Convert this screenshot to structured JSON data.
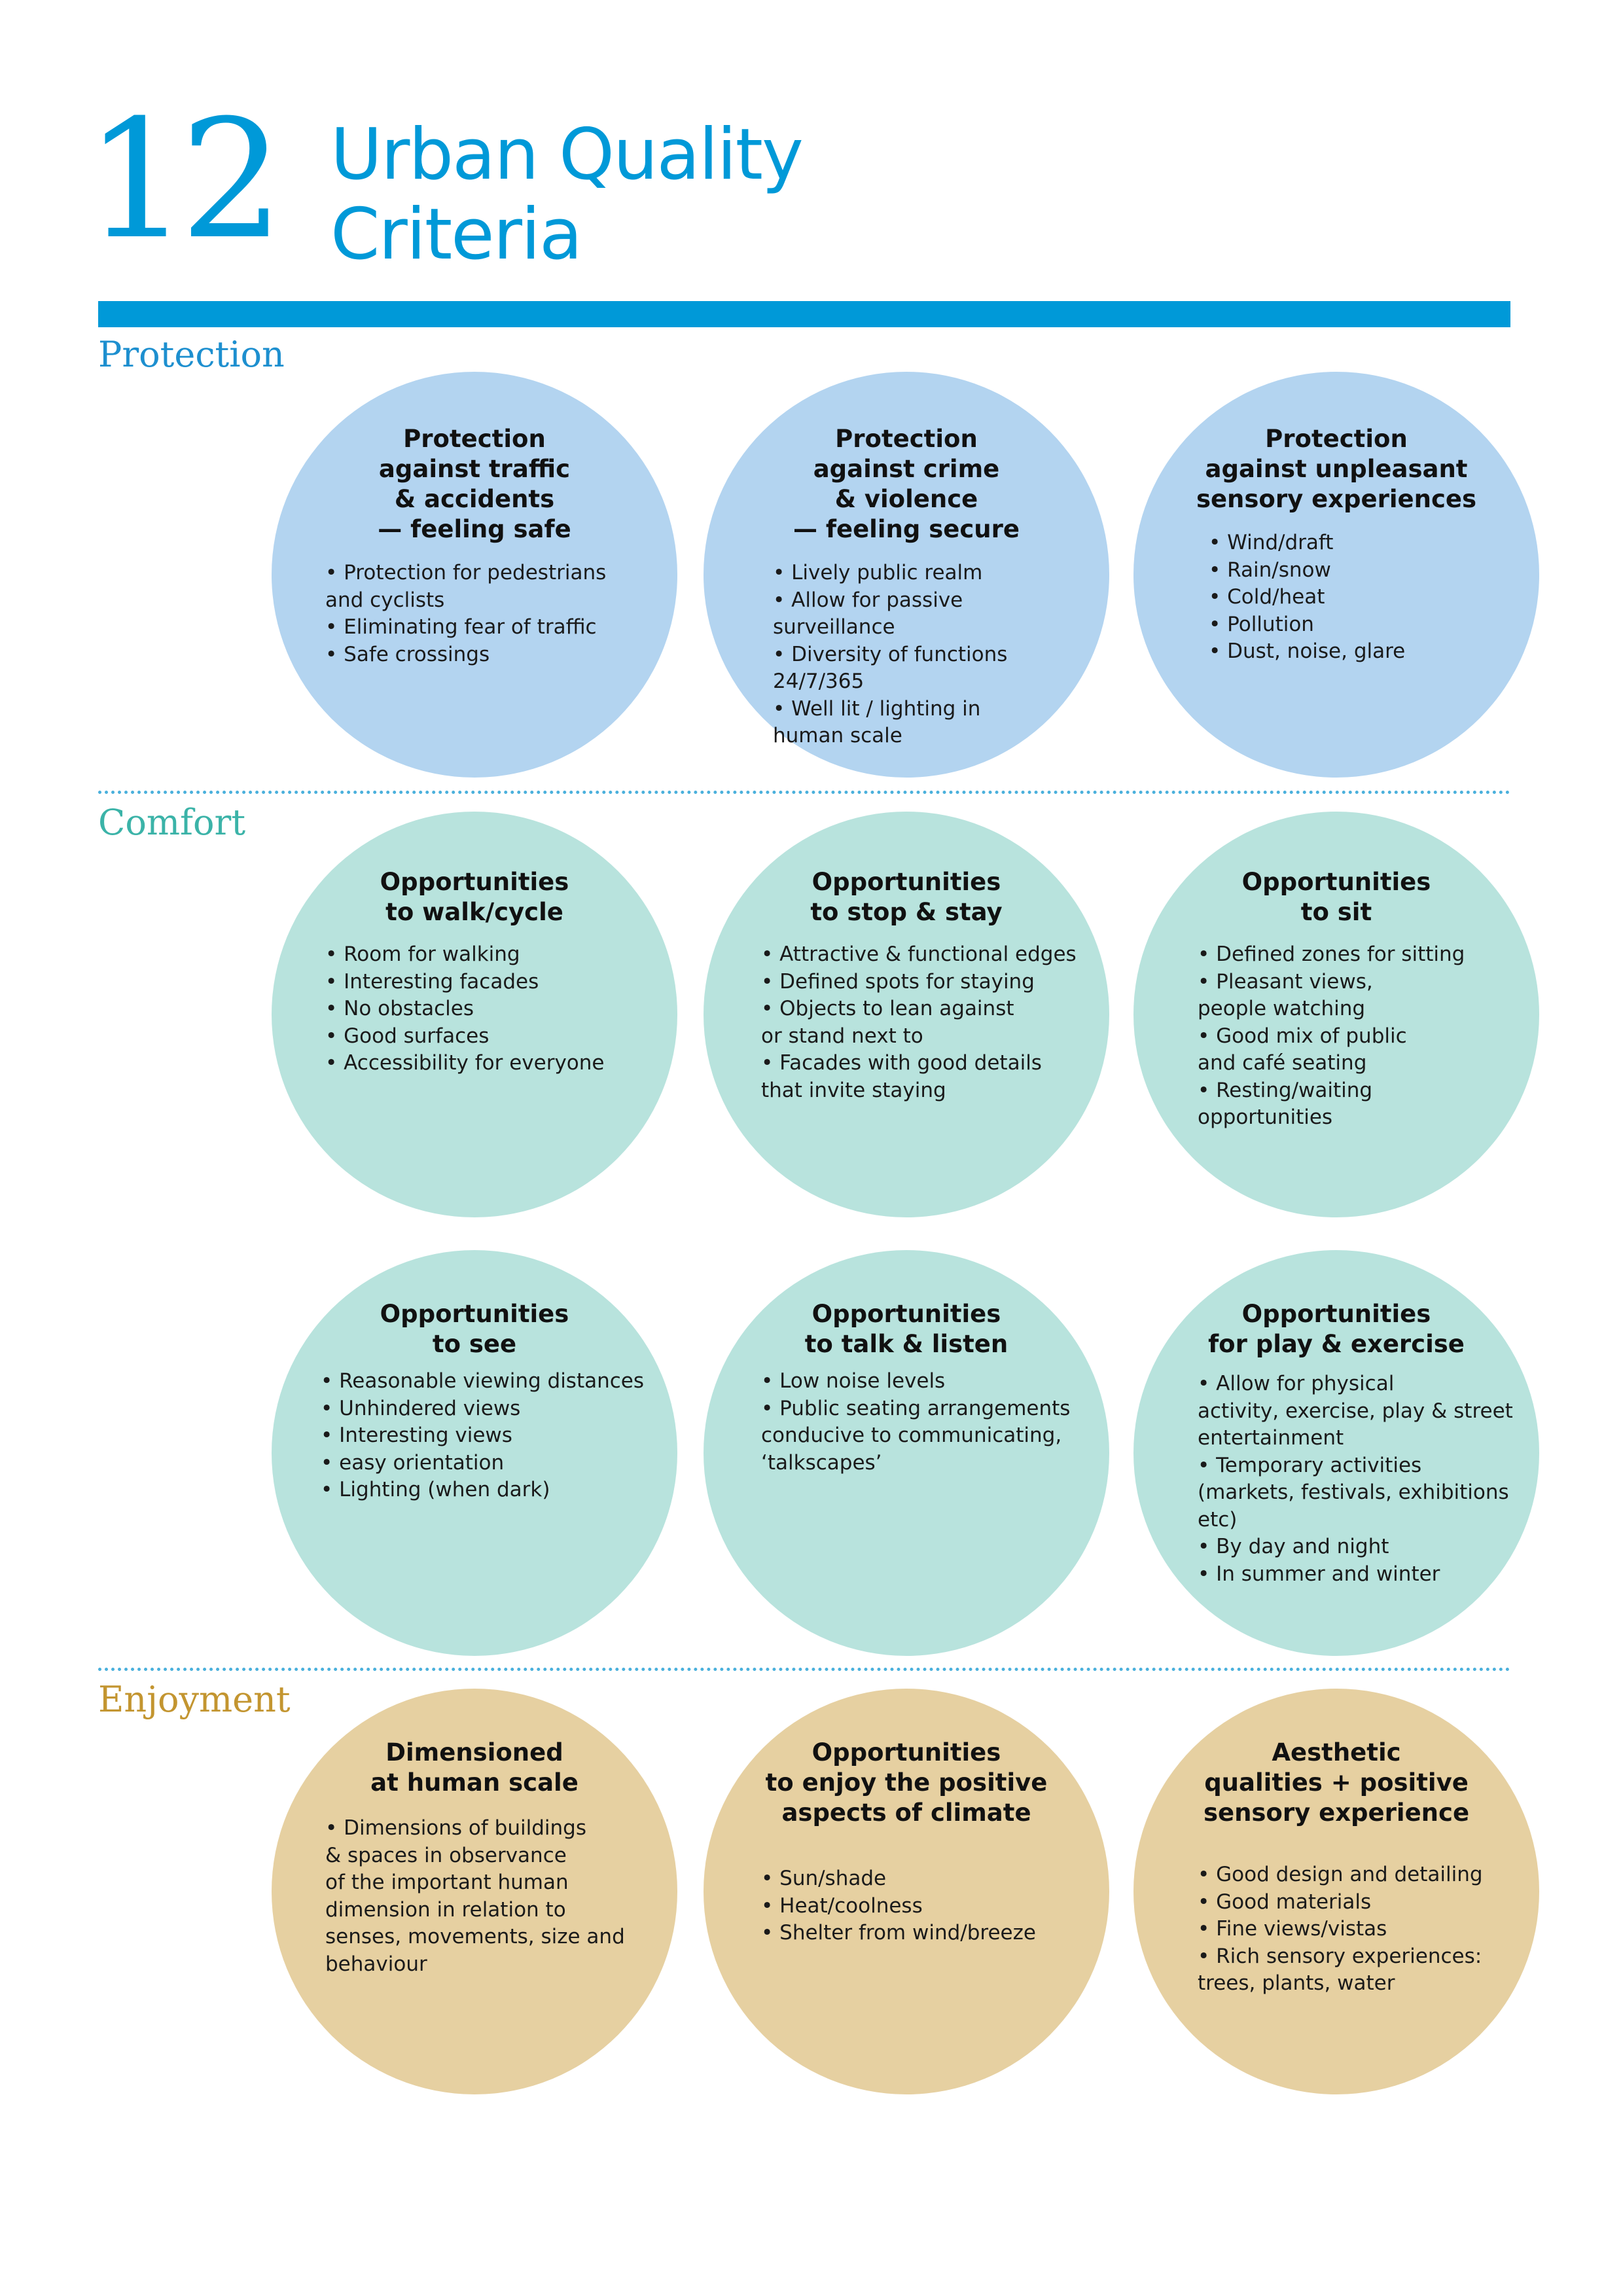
{
  "header": {
    "number": "12",
    "title_line1": "Urban Quality",
    "title_line2": "Criteria"
  },
  "colors": {
    "accent_blue": "#0099d8",
    "protection_label": "#1d8fcf",
    "comfort_label": "#3bb3a8",
    "enjoyment_label": "#c39530",
    "protection_circle": "#b3d4f0",
    "comfort_circle": "#b8e3dd",
    "enjoyment_circle": "#e6d0a1"
  },
  "sections": {
    "protection": {
      "label": "Protection",
      "circles": [
        {
          "title": "Protection\nagainst traffic\n& accidents\n— feeling safe",
          "body": "• Protection for pedestrians\n   and cyclists\n• Eliminating fear of traffic\n• Safe crossings"
        },
        {
          "title": "Protection\nagainst crime\n& violence\n— feeling secure",
          "body": "• Lively public realm\n• Allow for passive surveillance\n• Diversity of functions\n   24/7/365\n• Well lit / lighting in\n   human scale"
        },
        {
          "title": "Protection\nagainst unpleasant\nsensory experiences",
          "body": "• Wind/draft\n• Rain/snow\n• Cold/heat\n• Pollution\n• Dust, noise, glare"
        }
      ]
    },
    "comfort": {
      "label": "Comfort",
      "circles": [
        {
          "title": "Opportunities\nto walk/cycle",
          "body": "• Room for walking\n• Interesting facades\n• No obstacles\n• Good surfaces\n• Accessibility for everyone"
        },
        {
          "title": "Opportunities\nto stop & stay",
          "body": "• Attractive & functional edges\n• Defined spots for staying\n• Objects to lean against\n   or stand next to\n• Facades with good details\n   that invite staying"
        },
        {
          "title": "Opportunities\nto sit",
          "body": "• Defined zones for sitting\n• Pleasant views,\n   people watching\n• Good mix of public\n   and café seating\n• Resting/waiting opportunities"
        },
        {
          "title": "Opportunities\nto see",
          "body": "• Reasonable viewing distances\n• Unhindered views\n• Interesting views\n• easy orientation\n• Lighting (when dark)"
        },
        {
          "title": "Opportunities\nto talk & listen",
          "body": "• Low noise levels\n• Public seating arrangements\n   conducive to communicating,\n   ‘talkscapes’"
        },
        {
          "title": "Opportunities\nfor play & exercise",
          "body": "• Allow for physical\n   activity, exercise, play & street\n   entertainment\n• Temporary activities\n   (markets, festivals, exhibitions\n   etc)\n• By day and night\n• In summer and winter"
        }
      ]
    },
    "enjoyment": {
      "label": "Enjoyment",
      "circles": [
        {
          "title": "Dimensioned\nat human scale",
          "body": "• Dimensions of buildings\n   & spaces in observance\n   of the important human\n   dimension in relation to\n   senses, movements, size and\n   behaviour"
        },
        {
          "title": "Opportunities\nto enjoy the positive\naspects of climate",
          "body": "• Sun/shade\n• Heat/coolness\n• Shelter from wind/breeze"
        },
        {
          "title": "Aesthetic\nqualities + positive\nsensory experience",
          "body": "• Good design and detailing\n• Good materials\n• Fine views/vistas\n• Rich sensory experiences:\n   trees, plants, water"
        }
      ]
    }
  }
}
